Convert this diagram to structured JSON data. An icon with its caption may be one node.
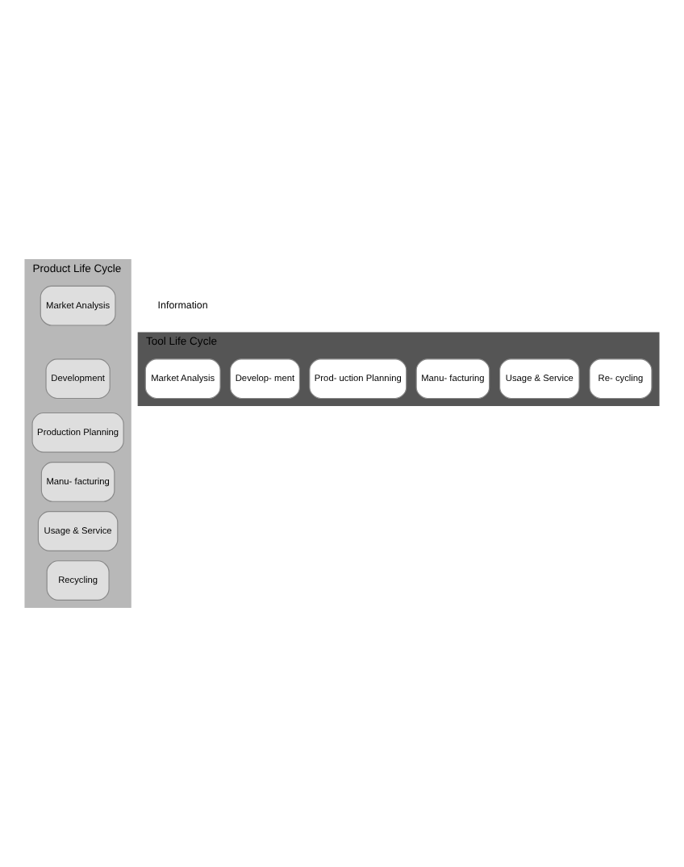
{
  "diagram": {
    "nodes": [
      {
        "text": [
          "Product Life Cycle"
        ]
      },
      {
        "text": [
          "Market Analysis"
        ],
        "in": 0
      },
      {
        "text": [
          "Development"
        ],
        "in": 0
      },
      {
        "text": [
          "Production Planning"
        ],
        "in": 0
      },
      {
        "text": [
          "Manu- facturing"
        ],
        "in": 0
      },
      {
        "text": [
          "Usage & Service"
        ],
        "in": 0
      },
      {
        "text": [
          "Recycling"
        ],
        "in": 0
      },
      {
        "text": [
          "Tool Life Cycle"
        ]
      },
      {
        "text": [
          "Market Analysis"
        ],
        "in": 7
      },
      {
        "text": [
          "Develop- ment"
        ],
        "in": 7
      },
      {
        "text": [
          "Prod- uction Planning"
        ],
        "in": 7
      },
      {
        "text": [
          "Manu- facturing"
        ],
        "in": 7
      },
      {
        "text": [
          "Usage & Service"
        ],
        "in": 7
      },
      {
        "text": [
          "Re- cycling"
        ],
        "in": 7
      }
    ],
    "labels": [
      "Information"
    ]
  }
}
